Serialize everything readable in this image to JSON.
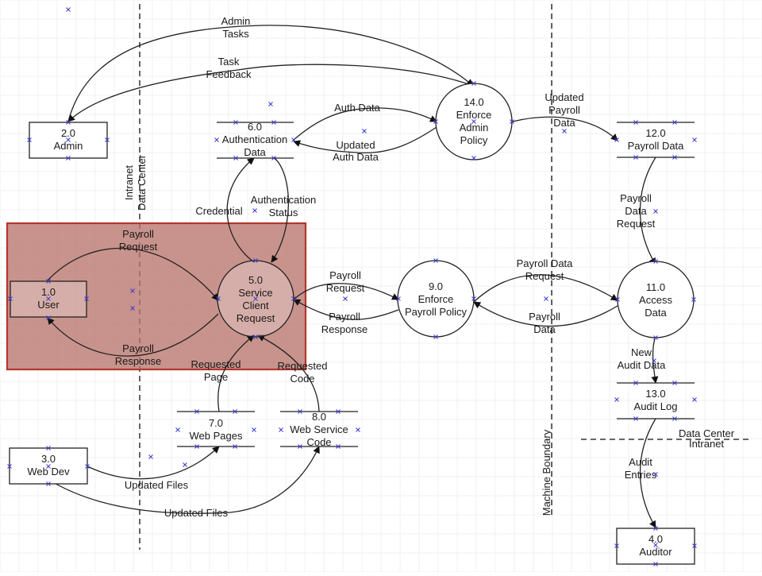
{
  "processes": [
    {
      "id": "p14",
      "lines": [
        "14.0",
        "Enforce",
        "Admin",
        "Policy"
      ]
    },
    {
      "id": "p5",
      "lines": [
        "5.0",
        "Service",
        "Client",
        "Request"
      ]
    },
    {
      "id": "p9",
      "lines": [
        "9.0",
        "Enforce",
        "Payroll Policy"
      ]
    },
    {
      "id": "p11",
      "lines": [
        "11.0",
        "Access",
        "Data"
      ]
    }
  ],
  "entities": [
    {
      "id": "e2",
      "lines": [
        "2.0",
        "Admin"
      ]
    },
    {
      "id": "e1",
      "lines": [
        "1.0",
        "User"
      ]
    },
    {
      "id": "e3",
      "lines": [
        "3.0",
        "Web Dev"
      ]
    },
    {
      "id": "e4",
      "lines": [
        "4.0",
        "Auditor"
      ]
    }
  ],
  "stores": [
    {
      "id": "s6",
      "lines": [
        "6.0",
        "Authentication",
        "Data"
      ]
    },
    {
      "id": "s12",
      "lines": [
        "12.0",
        "Payroll Data"
      ]
    },
    {
      "id": "s7",
      "lines": [
        "7.0",
        "Web Pages"
      ]
    },
    {
      "id": "s8",
      "lines": [
        "8.0",
        "Web Service",
        "Code"
      ]
    },
    {
      "id": "s13",
      "lines": [
        "13.0",
        "Audit Log"
      ]
    }
  ],
  "flows": [
    {
      "id": "admin-tasks",
      "lines": [
        "Admin",
        "Tasks"
      ]
    },
    {
      "id": "task-feedback",
      "lines": [
        "Task",
        "Feedback"
      ]
    },
    {
      "id": "auth-data",
      "lines": [
        "Auth Data"
      ]
    },
    {
      "id": "updated-auth-data",
      "lines": [
        "Updated",
        "Auth Data"
      ]
    },
    {
      "id": "updated-payroll-data",
      "lines": [
        "Updated",
        "Payroll",
        "Data"
      ]
    },
    {
      "id": "credential",
      "lines": [
        "Credential"
      ]
    },
    {
      "id": "authentication-status",
      "lines": [
        "Authentication",
        "Status"
      ]
    },
    {
      "id": "payroll-data-request-1",
      "lines": [
        "Payroll",
        "Data",
        "Request"
      ]
    },
    {
      "id": "payroll-request-1",
      "lines": [
        "Payroll",
        "Request"
      ]
    },
    {
      "id": "payroll-response-1",
      "lines": [
        "Payroll",
        "Response"
      ]
    },
    {
      "id": "payroll-request-2",
      "lines": [
        "Payroll",
        "Request"
      ]
    },
    {
      "id": "payroll-response-2",
      "lines": [
        "Payroll",
        "Response"
      ]
    },
    {
      "id": "payroll-data-request-2",
      "lines": [
        "Payroll Data",
        "Request"
      ]
    },
    {
      "id": "payroll-data",
      "lines": [
        "Payroll",
        "Data"
      ]
    },
    {
      "id": "requested-page",
      "lines": [
        "Requested",
        "Page"
      ]
    },
    {
      "id": "requested-code",
      "lines": [
        "Requested",
        "Code"
      ]
    },
    {
      "id": "new-audit-data",
      "lines": [
        "New",
        "Audit Data"
      ]
    },
    {
      "id": "updated-files-1",
      "lines": [
        "Updated Files"
      ]
    },
    {
      "id": "updated-files-2",
      "lines": [
        "Updated Files"
      ]
    },
    {
      "id": "audit-entries",
      "lines": [
        "Audit",
        "Entries"
      ]
    }
  ],
  "boundaries": [
    {
      "id": "intranet-datacenter",
      "lines": [
        "Intranet",
        "Data Center"
      ]
    },
    {
      "id": "machine-boundary",
      "lines": [
        "Machine Boundary"
      ]
    },
    {
      "id": "datacenter-intranet",
      "lines": [
        "Data Center",
        "Intranet"
      ]
    }
  ],
  "highlight": {
    "fill": "#b8756b",
    "stroke": "#b5352c"
  },
  "colors": {
    "line": "#222222",
    "connection_point": "#3a3ad0"
  }
}
